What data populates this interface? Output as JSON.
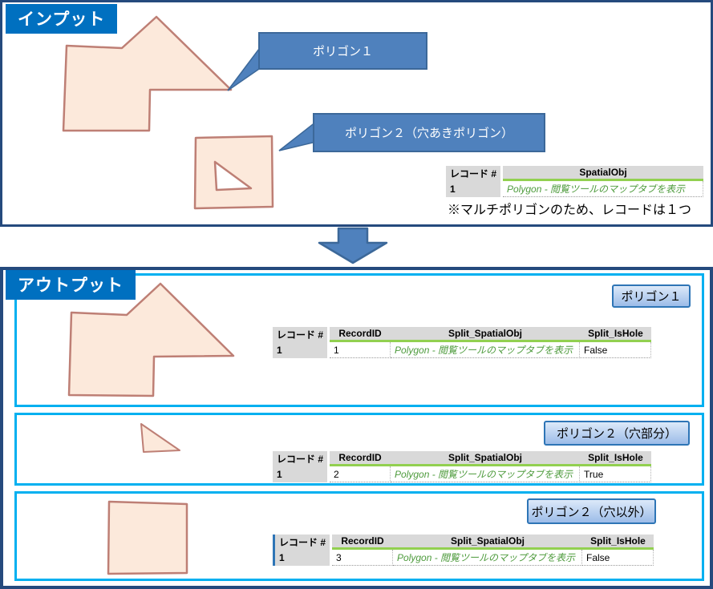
{
  "colors": {
    "frame_navy": "#254A7D",
    "section_label_blue": "#0070C0",
    "subbox_cyan": "#00B0F0",
    "callout_blue": "#4F81BD",
    "callout_border": "#3C6899",
    "button_border": "#2E75B6",
    "button_gradient_top": "#DCE9F9",
    "button_gradient_bottom": "#9CBCE8",
    "polygon_fill": "#FCE9DB",
    "polygon_stroke": "#BE7F75",
    "table_header_gray": "#D9D9D9",
    "table_green_underline": "#92D050",
    "link_green": "#4E9B3D"
  },
  "input": {
    "title": "インプット",
    "callouts": [
      {
        "label": "ポリゴン１"
      },
      {
        "label": "ポリゴン２（穴あきポリゴン）"
      }
    ],
    "table": {
      "headers": {
        "record_num": "レコード #",
        "spatial_obj": "SpatialObj"
      },
      "row": {
        "record_num": "1",
        "spatial_obj": "Polygon - 閲覧ツールのマップタブを表示"
      }
    },
    "note": "※マルチポリゴンのため、レコードは１つ"
  },
  "output": {
    "title": "アウトプット",
    "table_headers": {
      "record_num": "レコード #",
      "record_id": "RecordID",
      "spatial_obj": "Split_SpatialObj",
      "is_hole": "Split_IsHole"
    },
    "groups": [
      {
        "label": "ポリゴン１",
        "row": {
          "record_num": "1",
          "record_id": "1",
          "spatial_obj": "Polygon - 閲覧ツールのマップタブを表示",
          "is_hole": "False"
        }
      },
      {
        "label": "ポリゴン２（穴部分）",
        "row": {
          "record_num": "1",
          "record_id": "2",
          "spatial_obj": "Polygon - 閲覧ツールのマップタブを表示",
          "is_hole": "True"
        }
      },
      {
        "label": "ポリゴン２（穴以外）",
        "row": {
          "record_num": "1",
          "record_id": "3",
          "spatial_obj": "Polygon - 閲覧ツールのマップタブを表示",
          "is_hole": "False"
        }
      }
    ]
  }
}
